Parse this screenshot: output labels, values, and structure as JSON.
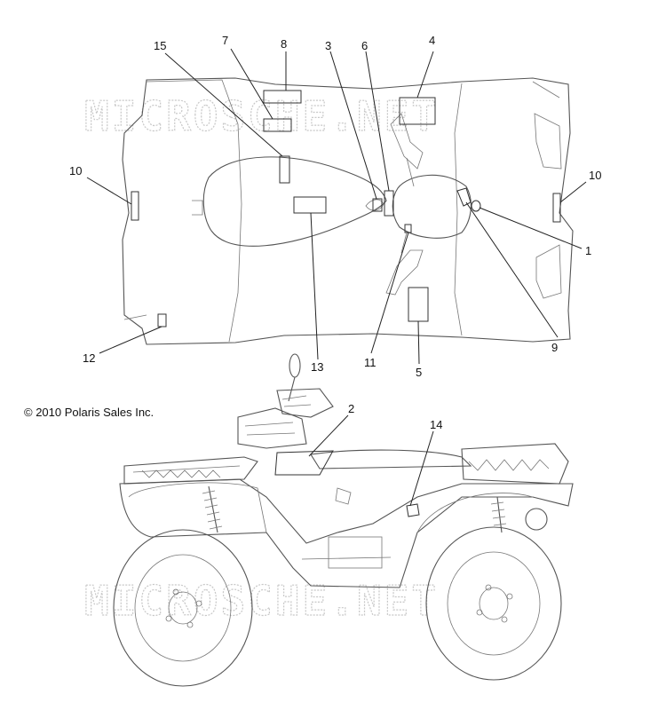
{
  "copyright": "© 2010 Polaris Sales Inc.",
  "watermark": "MICROSCHE.NET",
  "callouts": {
    "c1": "1",
    "c2": "2",
    "c3": "3",
    "c4": "4",
    "c5": "5",
    "c6": "6",
    "c7": "7",
    "c8": "8",
    "c9": "9",
    "c10a": "10",
    "c10b": "10",
    "c11": "11",
    "c12": "12",
    "c13": "13",
    "c14": "14",
    "c15": "15"
  }
}
